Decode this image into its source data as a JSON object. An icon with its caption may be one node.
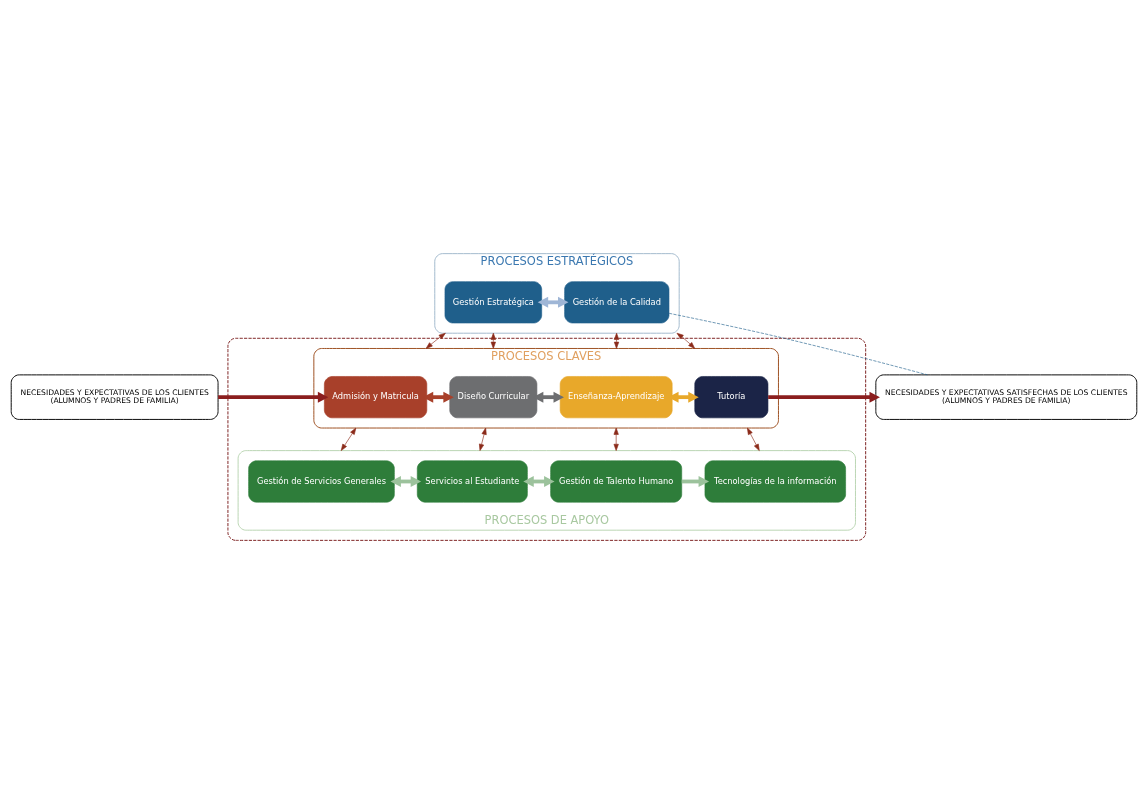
{
  "diagram": {
    "nodes": [
      {
        "text": [
          "NECESIDADES Y EXPECTATIVAS DE LOS CLIENTES",
          "(ALUMNOS Y PADRES DE FAMILIA)"
        ]
      },
      {
        "text": [
          "PROCESOS ESTRATÉGICOS"
        ]
      },
      {
        "text": [
          "Gestión Estratégica"
        ],
        "in": 1
      },
      {
        "text": [
          "Gestión de la Calidad"
        ],
        "in": 1
      },
      {
        "text": [],
        "shape": "box"
      },
      {
        "text": [
          "PROCESOS CLAVES"
        ],
        "in": 4
      },
      {
        "text": [
          "Admisión y Matricula"
        ],
        "in": 5
      },
      {
        "text": [
          "Diseño Curricular"
        ],
        "in": 5
      },
      {
        "text": [
          "Enseñanza-Aprendizaje"
        ],
        "in": 5
      },
      {
        "text": [
          "Tutoría"
        ],
        "in": 5
      },
      {
        "text": [
          "PROCESOS DE APOYO"
        ],
        "in": 4
      },
      {
        "text": [
          "Gestión de Servicios Generales"
        ],
        "in": 10
      },
      {
        "text": [
          "Servicios al Estudiante"
        ],
        "in": 10
      },
      {
        "text": [
          "Gestión de Talento Humano"
        ],
        "in": 10
      },
      {
        "text": [
          "Tecnologías de la información"
        ],
        "in": 10
      },
      {
        "text": [
          "NECESIDADES Y EXPECTATIVAS SATISFECHAS DE LOS CLIENTES",
          "(ALUMNOS Y PADRES DE FAMILIA)"
        ]
      }
    ],
    "edges": [
      {
        "from": 2,
        "to": 3,
        "arrow": "both",
        "style": "thick",
        "color": "#9fb6d6"
      },
      {
        "from": 3,
        "to": 15,
        "arrow": "none",
        "style": "dashed",
        "color": "#1f5f8b"
      },
      {
        "from": 0,
        "to": 6,
        "arrow": "to",
        "style": "thick",
        "color": "#8b1e1e"
      },
      {
        "from": 6,
        "to": 7,
        "arrow": "both",
        "style": "thick",
        "color": "#a8402a"
      },
      {
        "from": 7,
        "to": 8,
        "arrow": "both",
        "style": "thick",
        "color": "#6d6e70"
      },
      {
        "from": 8,
        "to": 9,
        "arrow": "both",
        "style": "thick",
        "color": "#e8a82a"
      },
      {
        "from": 9,
        "to": 15,
        "arrow": "to",
        "style": "thick",
        "color": "#8b1e1e"
      },
      {
        "from": 11,
        "to": 12,
        "arrow": "both",
        "style": "thick",
        "color": "#9cc29c"
      },
      {
        "from": 12,
        "to": 13,
        "arrow": "both",
        "style": "thick",
        "color": "#9cc29c"
      },
      {
        "from": 13,
        "to": 14,
        "arrow": "to",
        "style": "thick",
        "color": "#9cc29c"
      },
      {
        "from": 1,
        "to": 5,
        "arrow": "both"
      },
      {
        "from": 1,
        "to": 5,
        "arrow": "both"
      },
      {
        "from": 1,
        "to": 5,
        "arrow": "both"
      },
      {
        "from": 1,
        "to": 5,
        "arrow": "both"
      },
      {
        "from": 5,
        "to": 10,
        "arrow": "both"
      },
      {
        "from": 5,
        "to": 10,
        "arrow": "both"
      },
      {
        "from": 5,
        "to": 10,
        "arrow": "both"
      },
      {
        "from": 5,
        "to": 10,
        "arrow": "both"
      }
    ]
  }
}
